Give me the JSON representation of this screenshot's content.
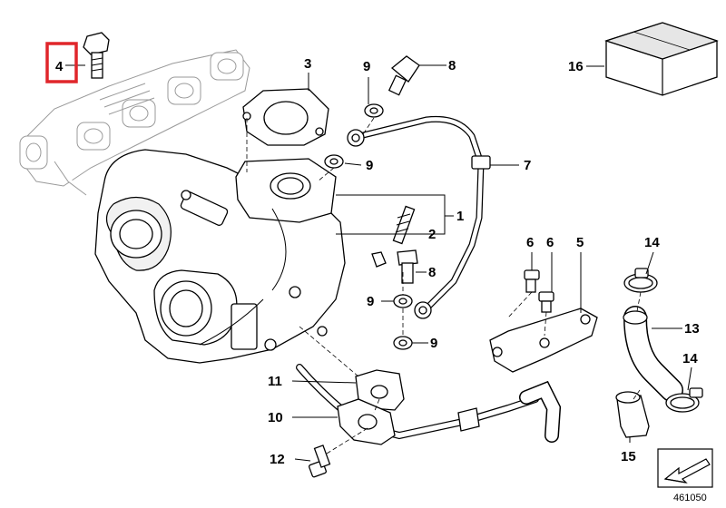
{
  "diagram": {
    "highlight_color": "#e0262b",
    "callouts": [
      {
        "id": "c4",
        "label": "4",
        "highlighted": true
      },
      {
        "id": "c3",
        "label": "3"
      },
      {
        "id": "c9a",
        "label": "9"
      },
      {
        "id": "c8a",
        "label": "8"
      },
      {
        "id": "c16",
        "label": "16"
      },
      {
        "id": "c9b",
        "label": "9"
      },
      {
        "id": "c7",
        "label": "7"
      },
      {
        "id": "c1",
        "label": "1"
      },
      {
        "id": "c2",
        "label": "2"
      },
      {
        "id": "c6a",
        "label": "6"
      },
      {
        "id": "c6b",
        "label": "6"
      },
      {
        "id": "c5",
        "label": "5"
      },
      {
        "id": "c14a",
        "label": "14"
      },
      {
        "id": "c8b",
        "label": "8"
      },
      {
        "id": "c9c",
        "label": "9"
      },
      {
        "id": "c9d",
        "label": "9"
      },
      {
        "id": "c13",
        "label": "13"
      },
      {
        "id": "c14b",
        "label": "14"
      },
      {
        "id": "c11",
        "label": "11"
      },
      {
        "id": "c10",
        "label": "10"
      },
      {
        "id": "c15",
        "label": "15"
      },
      {
        "id": "c12",
        "label": "12"
      }
    ],
    "reference_number": "461050",
    "icons": [
      "cut-corner-arrow-icon"
    ]
  }
}
